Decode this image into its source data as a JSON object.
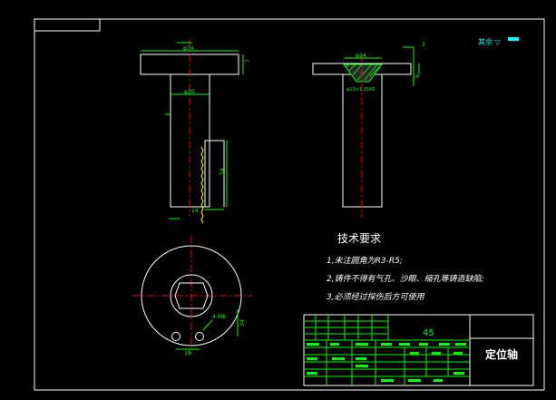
{
  "drawing": {
    "colors": {
      "background": "#000000",
      "outline": "#ffffff",
      "dimension": "#00ff00",
      "centerline": "#ff0000",
      "accent": "#00ffff",
      "section": "#ffff00"
    },
    "dims": {
      "top_flange_dia": "φ76",
      "top_flange_thk": "7",
      "shaft_dia": "φ20",
      "slot_len": "54",
      "bottom_len": "14",
      "side_top_dia": "φ24",
      "side_thread": "φ13×1.25X6",
      "side_small_a": "3",
      "side_small_b": "8",
      "plan_dim_vert": "34",
      "plan_dim_horiz": "18",
      "plan_hole": "4-M8"
    },
    "roughness_note": "其余 ▽",
    "technical_requirements": {
      "title": "技术要求",
      "items": [
        "1,未注圆角为R3-R5;",
        "2,铸件不得有气孔、沙眼、缩孔等铸造缺陷;",
        "3,必须经过探伤后方可使用"
      ]
    },
    "title_block": {
      "material": "45",
      "part_name": "定位轴"
    }
  }
}
